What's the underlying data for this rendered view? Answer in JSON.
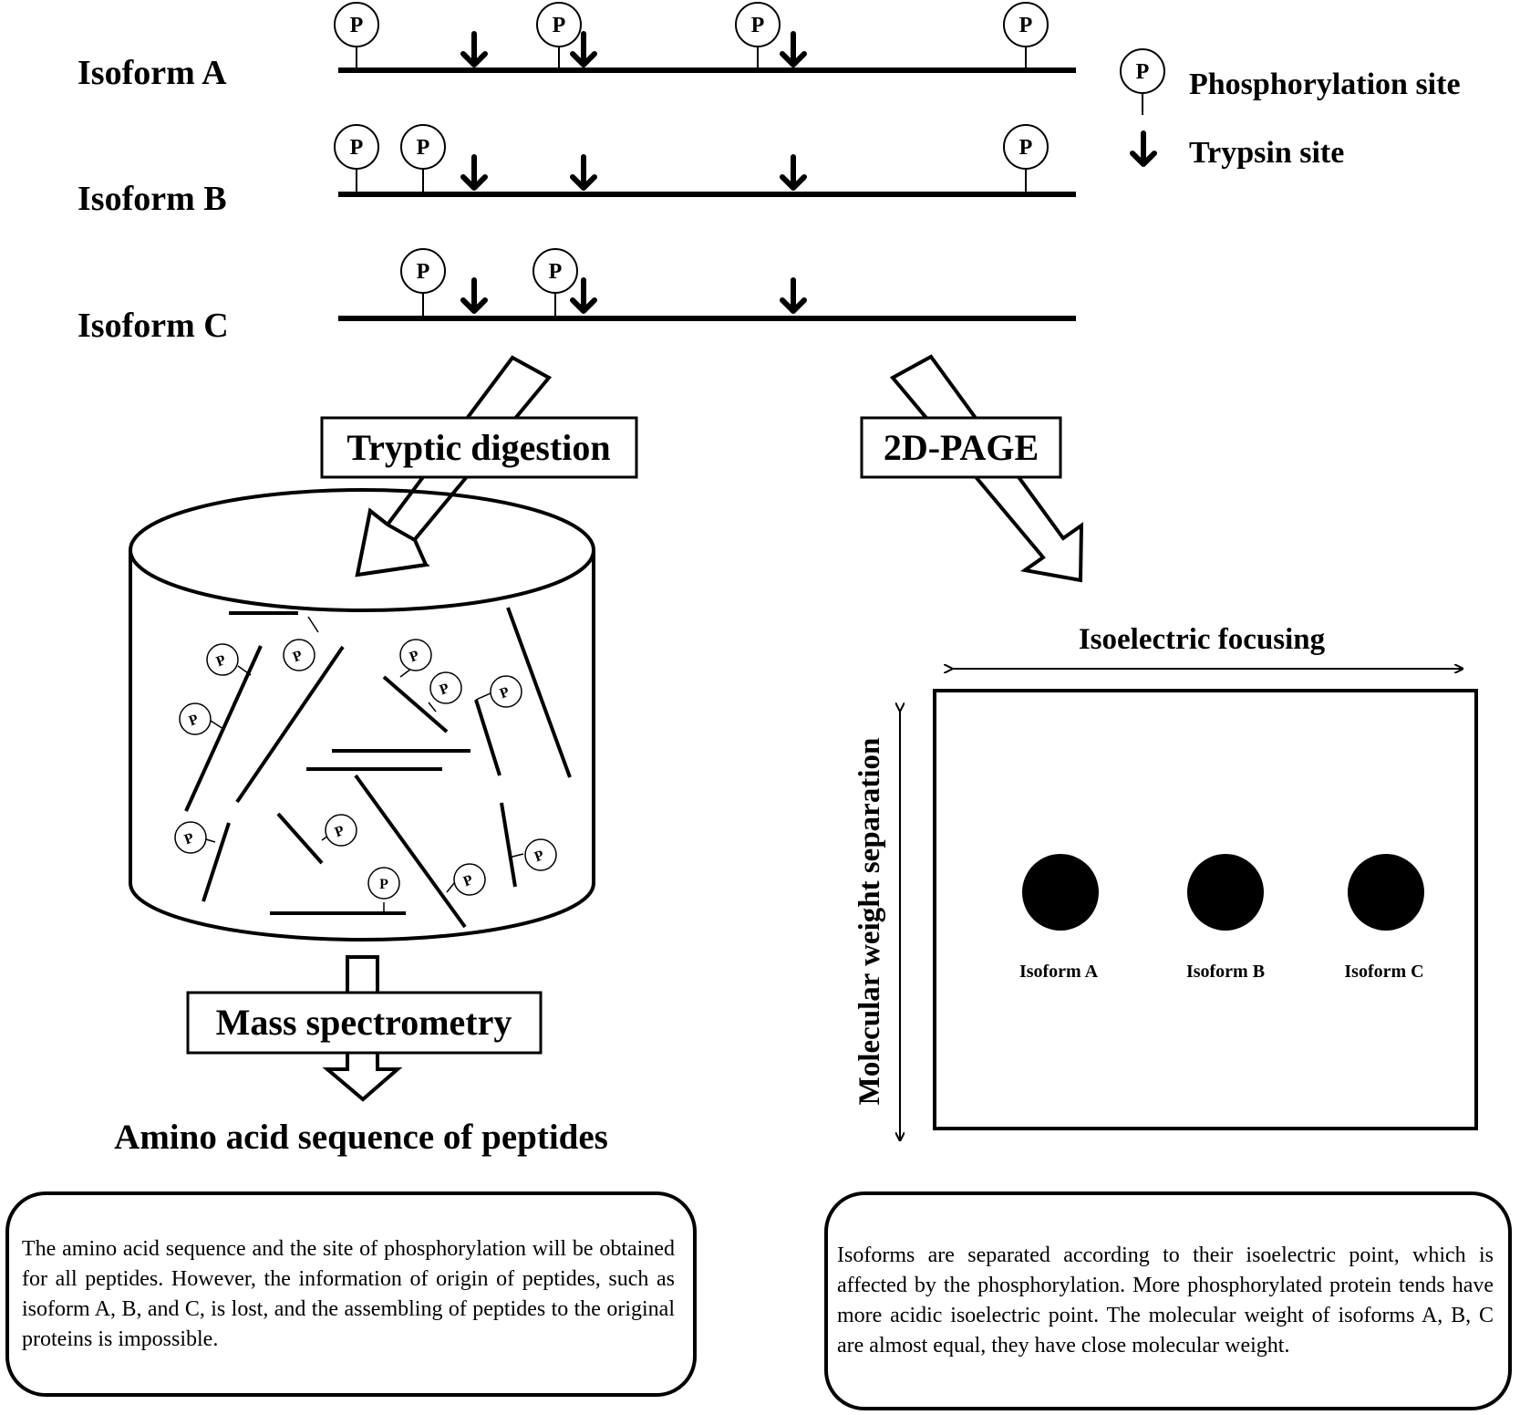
{
  "isoforms": {
    "a": "Isoform  A",
    "b": "Isoform  B",
    "c": "Isoform  C"
  },
  "phospho_symbol": "P",
  "legend": {
    "phosphorylation": "Phosphorylation  site",
    "trypsin": "Trypsin  site"
  },
  "boxes": {
    "tryptic": "Tryptic digestion",
    "page2d": "2D-PAGE",
    "ms": "Mass spectrometry"
  },
  "result_heading": "Amino acid sequence of peptides",
  "gel": {
    "x_axis": "Isoelectric  focusing",
    "y_axis": "Molecular  weight  separation",
    "spots": [
      "Isoform  A",
      "Isoform  B",
      "Isoform  C"
    ]
  },
  "notes": {
    "left": "The amino acid sequence and the site of phosphorylation will be obtained for all peptides. However, the information of origin of peptides, such as isoform A, B, and C, is lost, and the assembling of peptides to the original proteins is impossible.",
    "right": "Isoforms are separated according to their isoelectric point, which is affected by the phosphorylation. More phosphorylated protein tends have more acidic isoelectric point. The molecular weight of isoforms A, B, C are almost equal, they have close molecular weight."
  }
}
